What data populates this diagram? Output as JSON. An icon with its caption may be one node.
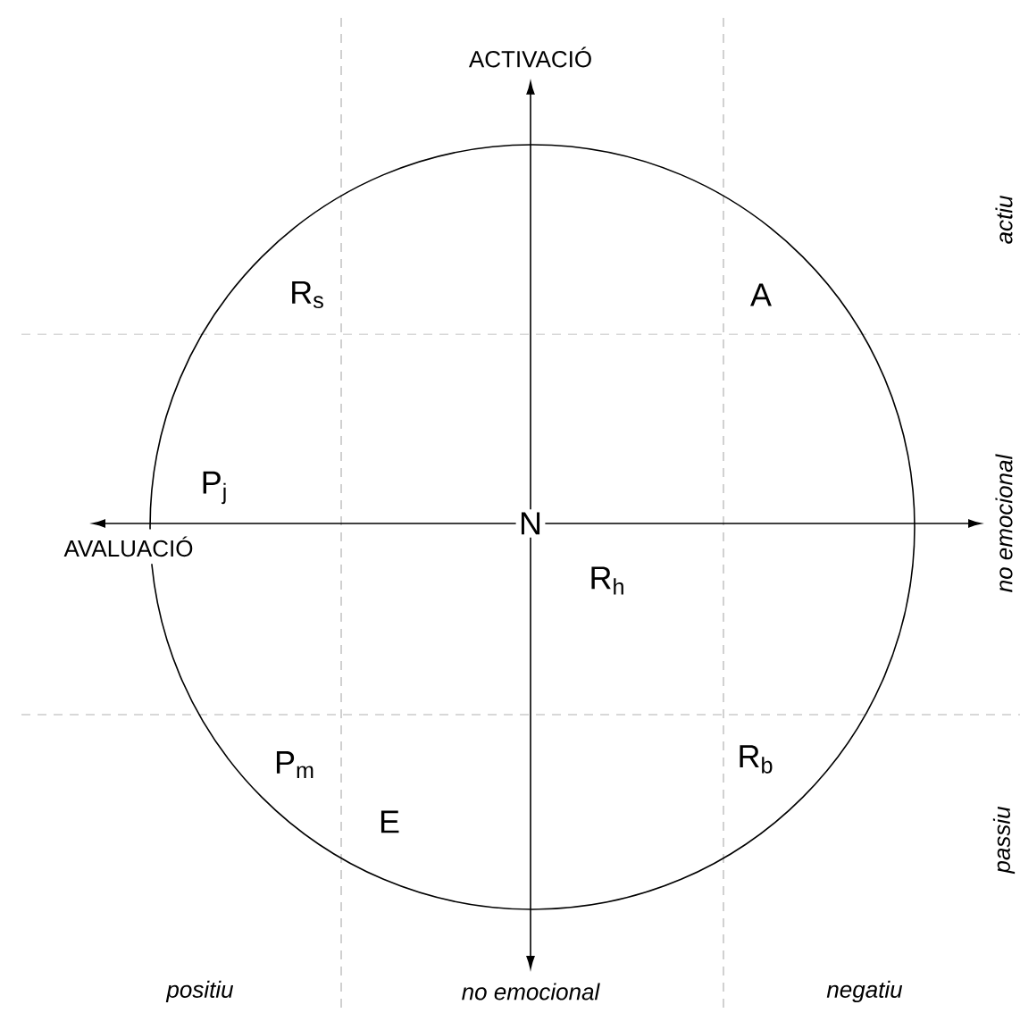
{
  "diagram": {
    "nodes": [
      {
        "text": [
          "N"
        ]
      },
      {
        "text": [
          "ACTIVACIÓ"
        ]
      },
      {
        "text": [
          "AVALUACIÓ"
        ]
      },
      {
        "text": [
          "no emocional"
        ]
      },
      {
        "text": [
          "no emocional"
        ]
      }
    ],
    "edges": [
      {
        "from": 0,
        "to": 1,
        "arrow": "to"
      },
      {
        "from": 0,
        "to": 2,
        "arrow": "to"
      },
      {
        "from": 0,
        "to": 3,
        "arrow": "to"
      },
      {
        "from": 0,
        "to": 4,
        "arrow": "to"
      }
    ],
    "labels": [
      "R$_{s}$",
      "A",
      "P$_{j}$",
      "R$_{h}$",
      "P$_{m}$",
      "E",
      "R$_{b}$",
      "actiu",
      "passiu",
      "positiu",
      "negatiu"
    ]
  }
}
